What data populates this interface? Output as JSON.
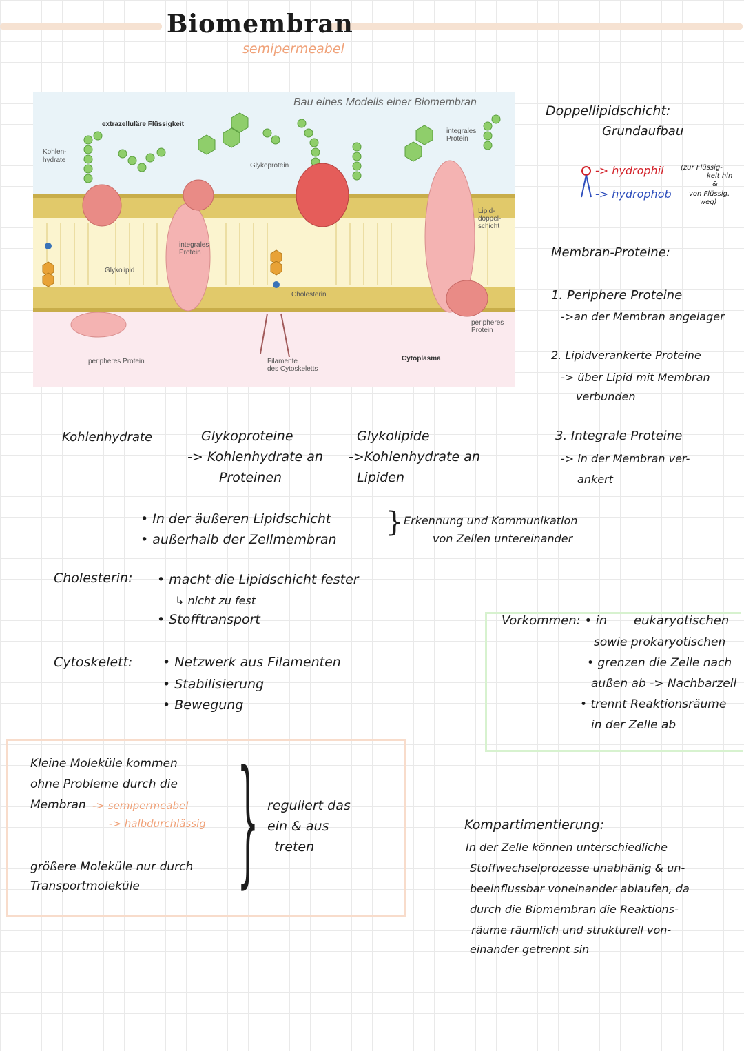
{
  "header": {
    "title": "Biomembran",
    "subtitle": "semipermeabel"
  },
  "diagram": {
    "title": "Bau eines Modells einer Biomembran",
    "labels": {
      "extracellular": "extrazelluläre Flüssigkeit",
      "carbohydrates": "Kohlen-\nhydrate",
      "carbo1": "Kohlen-",
      "carbo2": "hydrate",
      "glycoprotein": "Glykoprotein",
      "integral_right1": "integrales",
      "integral_right2": "Protein",
      "integral_left1": "integrales",
      "integral_left2": "Protein",
      "bilayer1": "Lipid-",
      "bilayer2": "doppel-",
      "bilayer3": "schicht",
      "glycolipid": "Glykolipid",
      "cholesterol": "Cholesterin",
      "peripheral_right1": "peripheres",
      "peripheral_right2": "Protein",
      "peripheral_left": "peripheres Protein",
      "filaments1": "Filamente",
      "filaments2": "des Cytoskeletts",
      "cytoplasm": "Cytoplasma"
    }
  },
  "right_notes": {
    "bilayer_title": "Doppellipidschicht:",
    "bilayer_sub": "Grundaufbau",
    "hydrophil": "-> hydrophil",
    "hydrophil_note1": "(zur Flüssig-",
    "hydrophil_note2": "keit hin",
    "hydrophil_note3": "&",
    "hydrophob": "-> hydrophob",
    "hydrophob_note1": "von Flüssig.",
    "hydrophob_note2": "weg)",
    "proteins_title": "Membran-Proteine:",
    "p1_title": "1. Periphere Proteine",
    "p1_desc": "->an der Membran angelager",
    "p2_title": "2. Lipidverankerte Proteine",
    "p2_desc1": "-> über Lipid mit Membran",
    "p2_desc2": "verbunden",
    "p3_title": "3. Integrale Proteine",
    "p3_desc1": "-> in der Membran ver-",
    "p3_desc2": "ankert"
  },
  "mid_notes": {
    "kohlenhydrate": "Kohlenhydrate",
    "glykoproteine": "Glykoproteine",
    "glykoproteine_d1": "-> Kohlenhydrate an",
    "glykoproteine_d2": "Proteinen",
    "glykolipide": "Glykolipide",
    "glykolipide_d1": "->Kohlenhydrate an",
    "glykolipide_d2": "Lipiden",
    "bullet1": "• In der äußeren Lipidschicht",
    "bullet2": "• außerhalb der Zellmembran",
    "recog1": "Erkennung und Kommunikation",
    "recog2": "von Zellen untereinander",
    "chol_label": "Cholesterin:",
    "chol1": "• macht die Lipidschicht fester",
    "chol2": "↳ nicht zu fest",
    "chol3": "• Stofftransport",
    "cyto_label": "Cytoskelett:",
    "cyto1": "• Netzwerk aus Filamenten",
    "cyto2": "• Stabilisierung",
    "cyto3": "• Bewegung"
  },
  "occurrence": {
    "l1a": "Vorkommen: • in",
    "l1b": "eukaryotischen",
    "l2": "sowie prokaryotischen",
    "l3": "• grenzen die Zelle nach",
    "l4": "außen ab -> Nachbarzell",
    "l5": "• trennt Reaktionsräume",
    "l6": "in der Zelle ab"
  },
  "molecule_box": {
    "l1": "Kleine Moleküle kommen",
    "l2": "ohne Probleme durch die",
    "l3": "Membran",
    "l3_orange": "-> semipermeabel",
    "l4_orange": "-> halbdurchlässig",
    "l5": "größere Moleküle nur durch",
    "l6": "Transportmoleküle",
    "reg1": "reguliert das",
    "reg2": "ein & aus",
    "reg3": "treten"
  },
  "compartment": {
    "title": "Kompartimentierung:",
    "l1": "In der Zelle können unterschiedliche",
    "l2": "Stoffwechselprozesse unabhänig & un-",
    "l3": "beeinflussbar voneinander ablaufen, da",
    "l4": "durch die Biomembran die Reaktions-",
    "l5": "räume räumlich und strukturell von-",
    "l6": "einander getrennt sin"
  },
  "colors": {
    "accent_orange": "#f0a279",
    "highlight": "#f6e2d2",
    "red": "#d3222a",
    "blue": "#2f4fbd",
    "green_box": "#d7f2cf",
    "orange_box": "#f8dccb"
  }
}
